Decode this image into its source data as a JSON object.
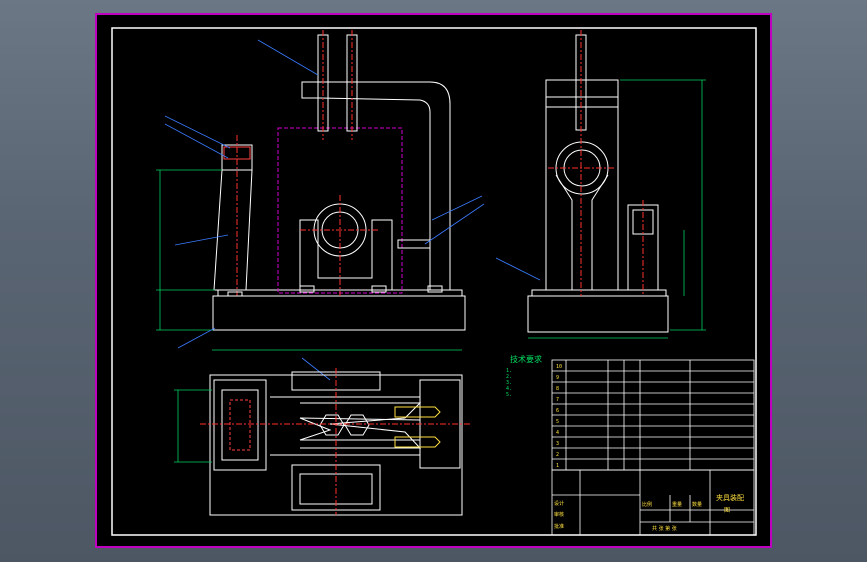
{
  "drawing": {
    "tech_title": "技术要求",
    "tech_lines": [
      "1.",
      "2.",
      "3.",
      "4.",
      "5."
    ],
    "parts_rows": [
      [
        "10",
        "",
        "",
        "",
        "",
        ""
      ],
      [
        "9",
        "",
        "",
        "",
        "",
        ""
      ],
      [
        "8",
        "",
        "",
        "",
        "",
        ""
      ],
      [
        "7",
        "",
        "",
        "",
        "",
        ""
      ],
      [
        "6",
        "",
        "",
        "",
        "",
        ""
      ],
      [
        "5",
        "",
        "",
        "",
        "",
        ""
      ],
      [
        "4",
        "",
        "",
        "",
        "",
        ""
      ],
      [
        "3",
        "",
        "",
        "",
        "",
        ""
      ],
      [
        "2",
        "",
        "",
        "",
        "",
        ""
      ],
      [
        "1",
        "",
        "",
        "",
        "",
        ""
      ]
    ],
    "title_block": {
      "name": "夹具装配",
      "code": "图",
      "scale_label": "比例",
      "weight_label": "重量",
      "qty_label": "数量",
      "designer_label": "设计",
      "checker_label": "审核",
      "approver_label": "批准",
      "sheet_label": "共 张 第 张"
    }
  }
}
